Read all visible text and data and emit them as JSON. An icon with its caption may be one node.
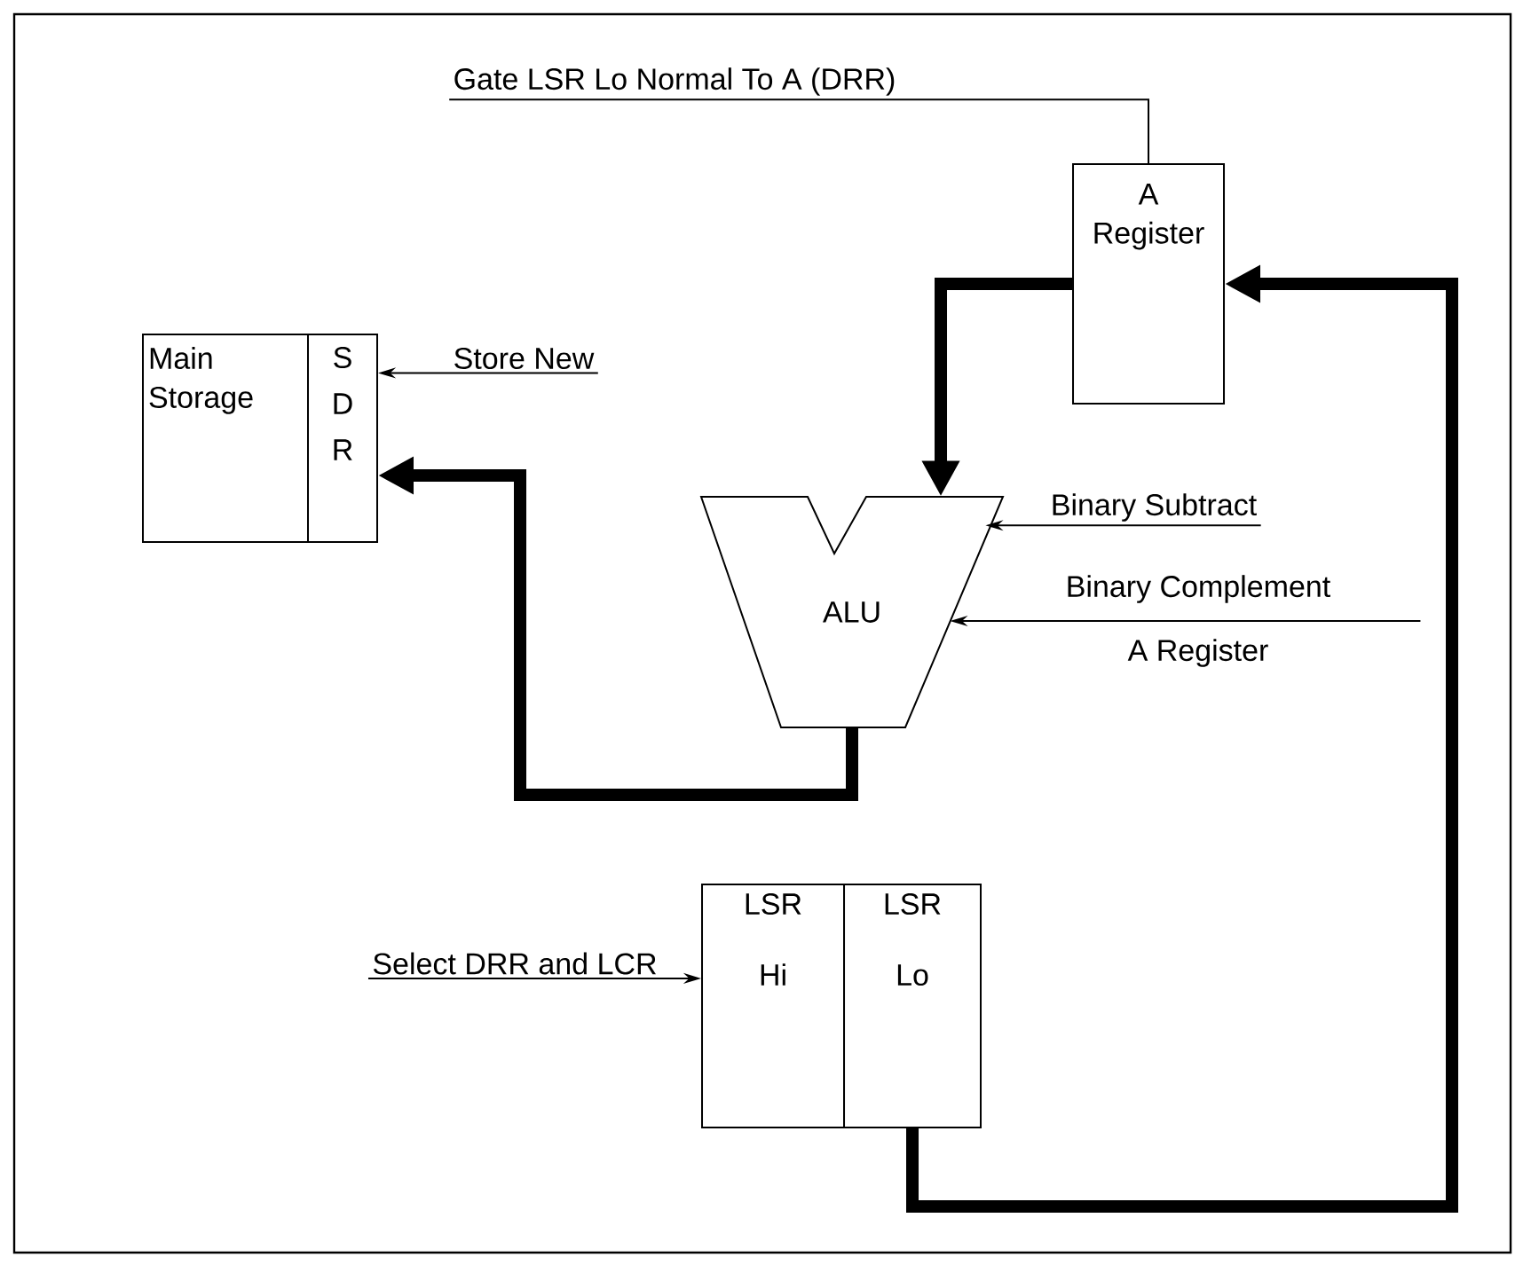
{
  "diagram": {
    "nodes": [
      {
        "text": [
          "Gate LSR Lo Normal To A (DRR)"
        ]
      },
      {
        "text": [
          "A Register"
        ]
      },
      {
        "text": [
          "Main Storage"
        ]
      },
      {
        "text": [
          "S D R"
        ],
        "in": 2
      },
      {
        "text": [
          "Store New"
        ]
      },
      {
        "text": [
          "ALU"
        ]
      },
      {
        "text": [
          "Binary Subtract"
        ]
      },
      {
        "text": [
          "Binary Complement",
          "A Register"
        ]
      },
      {
        "text": [
          "LSR",
          "Hi"
        ]
      },
      {
        "text": [
          "LSR",
          "Lo"
        ]
      },
      {
        "text": [
          "Select DRR and LCR"
        ]
      }
    ],
    "edges": [
      {
        "from": 0,
        "to": 1,
        "arrow": "none"
      },
      {
        "from": 4,
        "to": 3,
        "arrow": "to"
      },
      {
        "from": 1,
        "to": 5,
        "arrow": "to",
        "style": "thick"
      },
      {
        "from": 5,
        "to": 3,
        "arrow": "to",
        "style": "thick"
      },
      {
        "from": 6,
        "to": 5,
        "arrow": "to"
      },
      {
        "from": 7,
        "to": 5,
        "arrow": "to"
      },
      {
        "from": 9,
        "to": 1,
        "arrow": "to",
        "style": "thick"
      },
      {
        "from": 10,
        "to": 8,
        "arrow": "to"
      }
    ]
  }
}
